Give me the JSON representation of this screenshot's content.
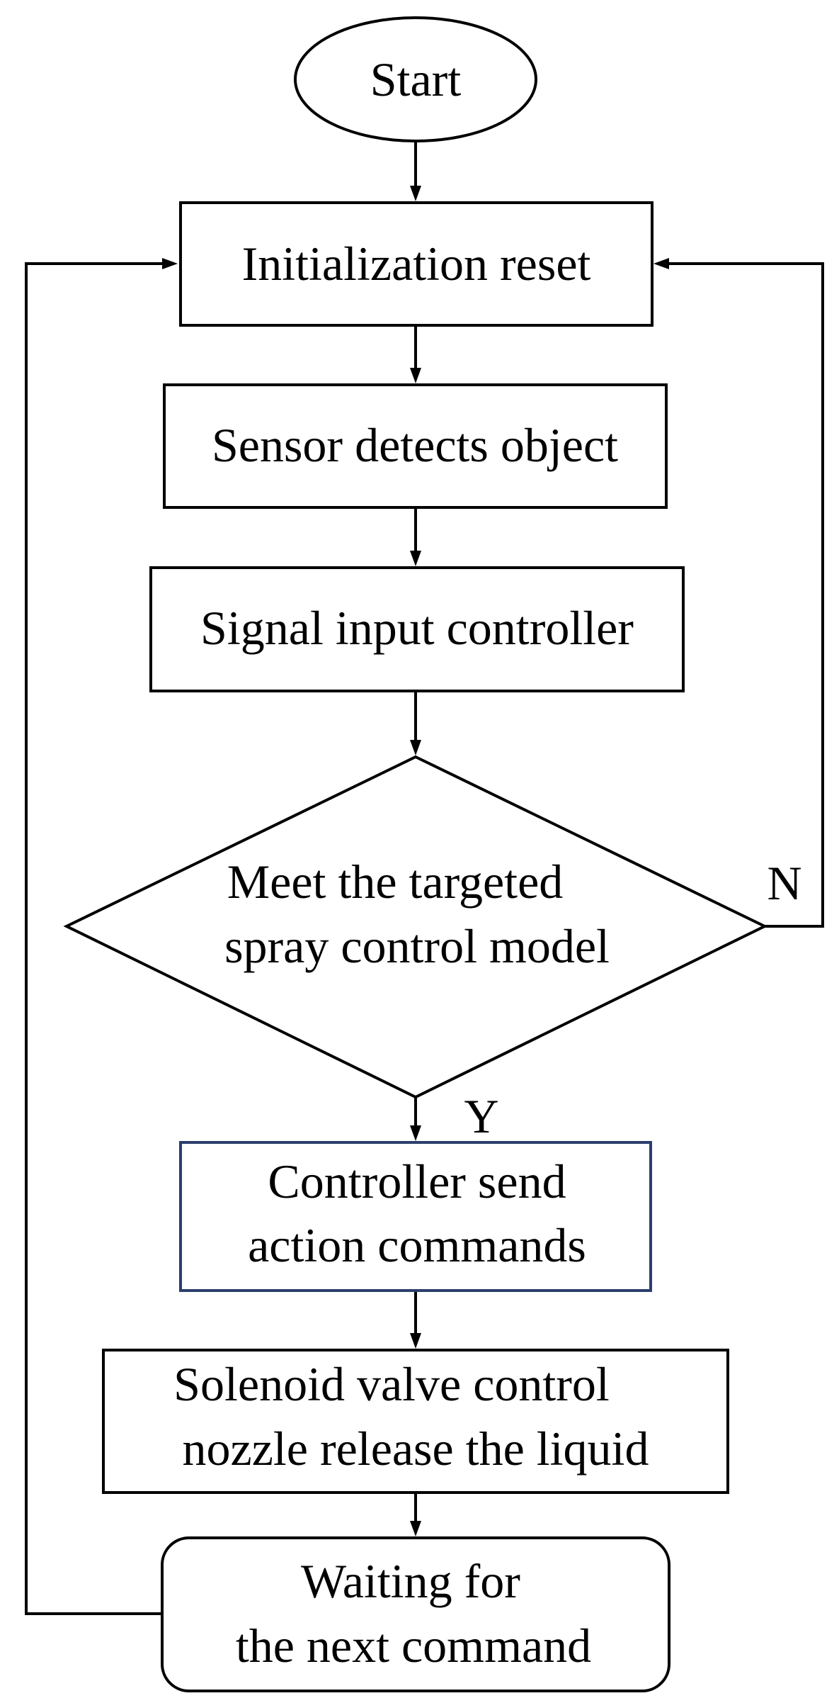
{
  "nodes": {
    "start": {
      "text": "Start"
    },
    "init": {
      "text": "Initialization reset"
    },
    "sensor": {
      "text": "Sensor detects object"
    },
    "signal": {
      "text": "Signal input controller"
    },
    "decision": {
      "lines": [
        "Meet the targeted",
        "spray control model"
      ]
    },
    "controller": {
      "lines": [
        "Controller send",
        "action commands"
      ]
    },
    "solenoid": {
      "lines": [
        "Solenoid valve control",
        "nozzle release the liquid"
      ]
    },
    "waiting": {
      "lines": [
        "Waiting for",
        "the next command"
      ]
    }
  },
  "edge_labels": {
    "no": "N",
    "yes": "Y"
  },
  "colors": {
    "stroke": "#000000",
    "highlight_stroke": "#2b3e6b",
    "background": "#ffffff"
  }
}
